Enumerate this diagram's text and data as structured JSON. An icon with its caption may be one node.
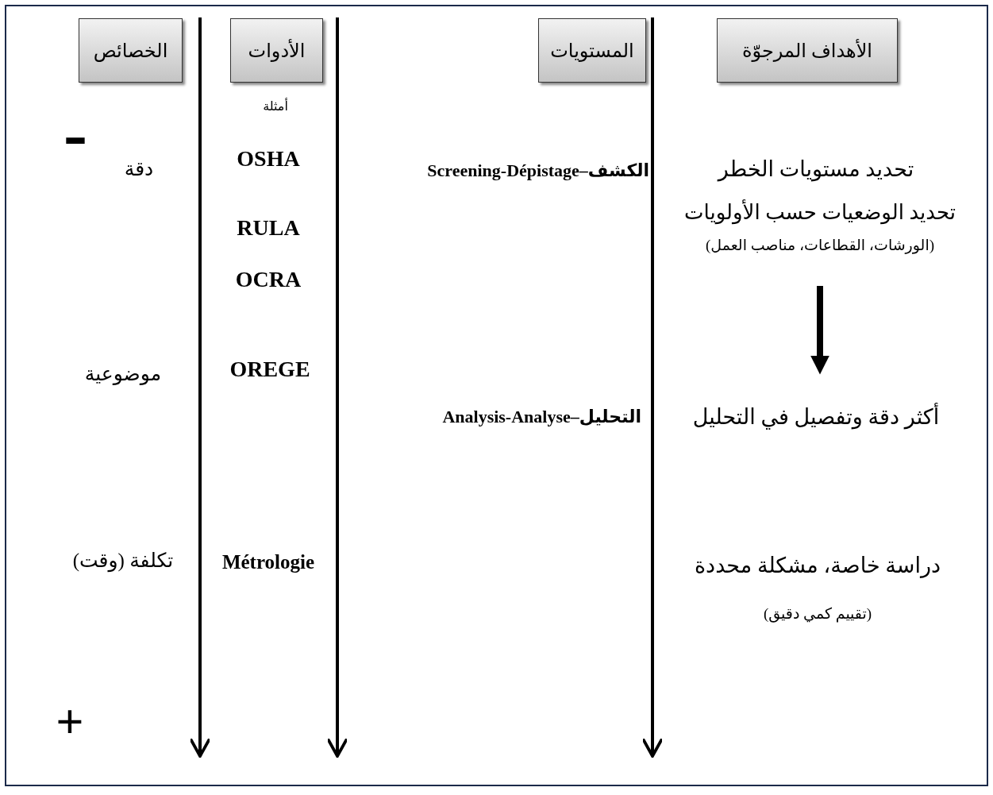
{
  "diagram": {
    "nodes": [
      {
        "text": [
          "الخصائص"
        ]
      },
      {
        "text": [
          "الأدوات"
        ]
      },
      {
        "text": [
          "المستويات"
        ]
      },
      {
        "text": [
          "الأهداف المرجوّة"
        ]
      },
      {
        "text": [
          "تحديد الوضعيات حسب الأولويات",
          "(الورشات، القطاعات، مناصب العمل)"
        ]
      },
      {
        "text": [
          "أكثر دقة وتفصيل في التحليل"
        ]
      }
    ],
    "edges": [
      {
        "from": 4,
        "to": 5,
        "arrow": "to"
      }
    ],
    "labels": [
      "تحديد مستويات الخطر",
      "الكشف–Screening-Dépistage",
      "أمثلة",
      "OSHA",
      "-",
      "دقة",
      "RULA",
      "OCRA",
      "OREGE",
      "موضوعية",
      "التحليل–Analysis-Analyse",
      "دراسة خاصة، مشكلة محددة",
      "(تقييم كمي دقيق)",
      "Métrologie",
      "تكلفة (وقت)",
      "+"
    ]
  }
}
